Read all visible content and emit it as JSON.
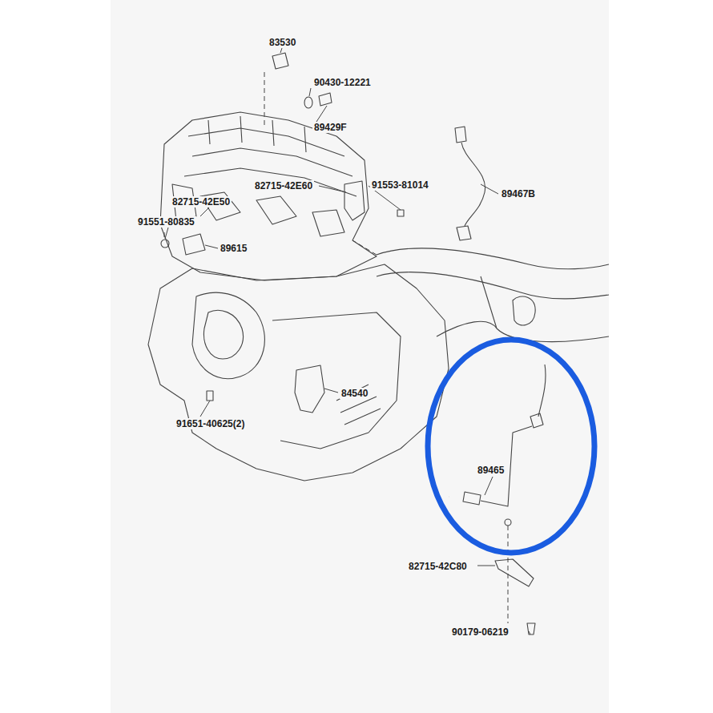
{
  "diagram": {
    "labels": [
      "83530",
      "90430-12221",
      "89429F",
      "82715-42E60",
      "91553-81014",
      "89467B",
      "82715-42E50",
      "91551-80835",
      "89615",
      "84540",
      "91651-40625(2)",
      "89465",
      "82715-42C80",
      "90179-06219"
    ]
  }
}
